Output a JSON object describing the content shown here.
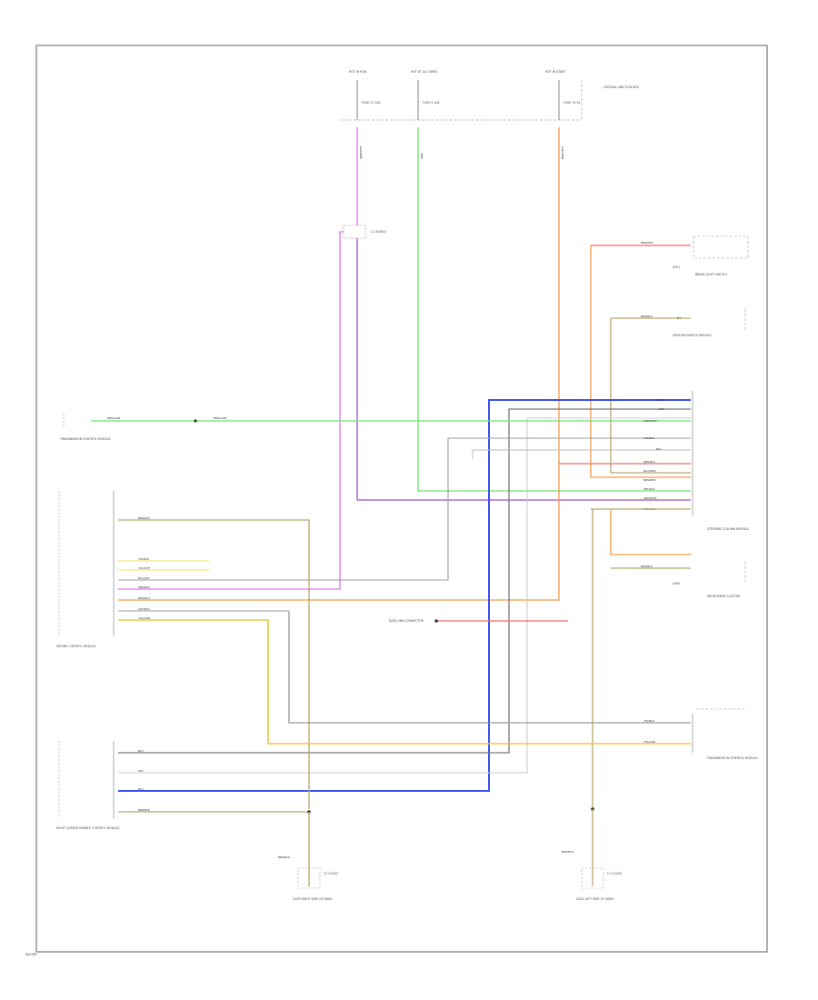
{
  "footer": {
    "code": "W(R)PN"
  },
  "fuses": [
    {
      "top": "HOT IN RUN",
      "sub": "FUSE 21 10A",
      "wire": "GRN/WHT"
    },
    {
      "top": "HOT AT ALL TIMES",
      "sub": "FUSE 9 10A",
      "wire": "GRN"
    },
    {
      "top": "HOT IN START",
      "sub": "FUSE 14 5A",
      "wire": "RED/WHT"
    }
  ],
  "central_junction": {
    "label": "CENTRAL JUNCTION BOX"
  },
  "splice": {
    "label": "C1 SHIELD"
  },
  "components": {
    "trans_control": {
      "label": "TRANSMISSION CONTROL MODULE",
      "wire_a": "BRN/GRN",
      "wire_b": "BRN/GRN"
    },
    "engine_module": {
      "label": "ENGINE CONTROL MODULE"
    },
    "right_screen": {
      "label": "RIGHT SCREEN HANDLE CONTROL MODULE"
    },
    "steering": {
      "label": "STEERING COLUMN MODULE"
    },
    "brake_sw": {
      "label": "BRAKE LIGHT SWITCH",
      "code": "X301",
      "wire": "BRN/RED"
    },
    "ignition_sw": {
      "label": "IGNITION SWITCH MODULE",
      "code": "X1",
      "wire": "BRN/BLK"
    },
    "instrument": {
      "label": "INSTRUMENT CLUSTER",
      "code": "X360",
      "wire": "BRN/BLK"
    },
    "transmission": {
      "label": "TRANSMISSION CONTROL MODULE"
    },
    "data_link": {
      "label": "DATA LINK CONNECTOR"
    },
    "ground_left": {
      "wire": "BRN/BLK",
      "code": "C1 (G102)",
      "label": "G200 RIGHT SIDE OF DASH"
    },
    "ground_right": {
      "wire": "BRN/BLK",
      "code": "C1 (G103)",
      "label": "G201 LEFT SIDE OF DASH"
    }
  },
  "wire_labels": {
    "ecm_1": "BRN/BLK",
    "ecm_2": "YEL/BLU",
    "ecm_3": "YEL/WHT",
    "ecm_4": "BLU/GRY",
    "ecm_5": "PNK/BLK",
    "ecm_6": "RED/BLU",
    "ecm_7": "GRY/BLU",
    "ecm_8": "YEL/GRN",
    "sc_1": "BLU",
    "sc_2": "GRY",
    "sc_3": "GRN/WHT",
    "sc_4": "YEL/BLU",
    "sc_5": "BLU",
    "sc_6": "RED/BLK",
    "sc_7": "BLU/GRN",
    "sc_8": "BRN/RED",
    "sc_9": "PNK/BLK",
    "sc_10": "GRN/WHT",
    "sc_11": "BRN/BLK",
    "tr_1": "YEL/BLU",
    "tr_2": "YEL/GRN",
    "rs_1": "BLU",
    "rs_2": "GRY",
    "rs_3": "BLU",
    "rs_4": "BRN/BLK"
  },
  "colors": {
    "frame": "#7a7a7a",
    "pink": "#e870e8",
    "green": "#70e070",
    "red": "#f06868",
    "orange": "#f59a40",
    "blue": "#3a50f0",
    "gray": "#9a9a9a",
    "olive": "#b8a870",
    "yellow": "#f0e060",
    "purple": "#a050c0"
  }
}
